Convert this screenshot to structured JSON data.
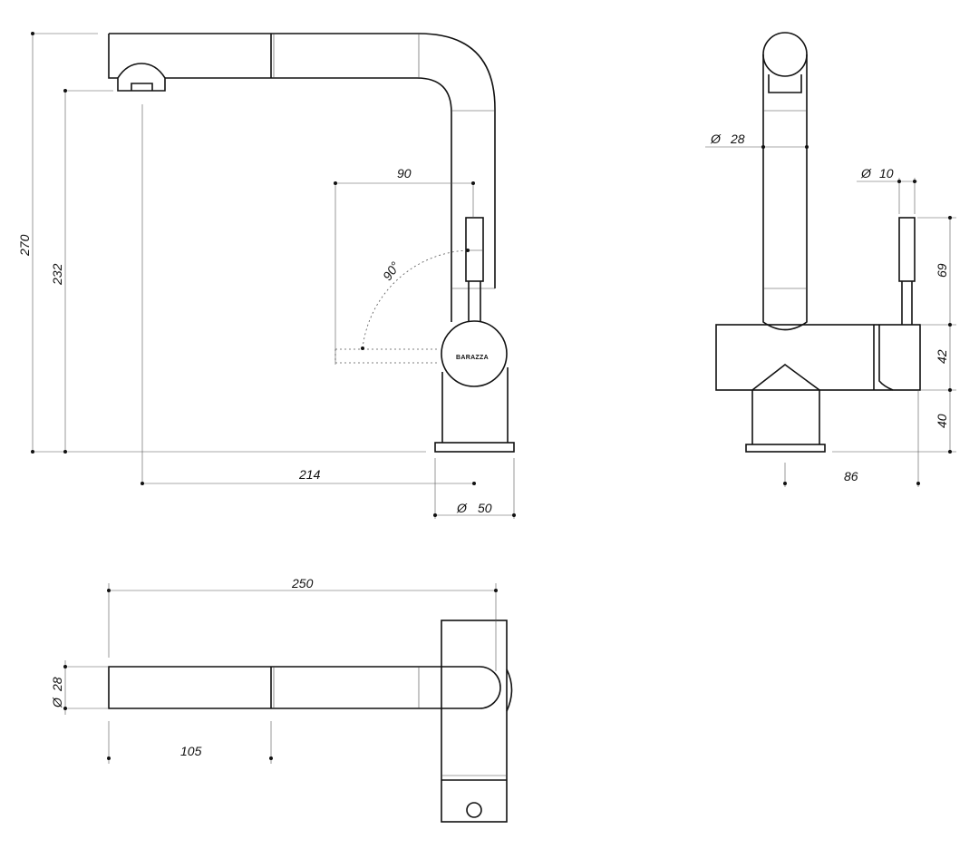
{
  "labels": {
    "dim_270": "270",
    "dim_232": "232",
    "dim_214": "214",
    "dim_90": "90",
    "angle_90": "90°",
    "dim_50": "50",
    "diam_symbol": "Ø",
    "dim_28_side": "28",
    "dim_10": "10",
    "dim_69": "69",
    "dim_42": "42",
    "dim_40": "40",
    "dim_86": "86",
    "dim_250": "250",
    "dim_28_top": "28",
    "dim_105": "105",
    "brand": "BARAZZA"
  }
}
